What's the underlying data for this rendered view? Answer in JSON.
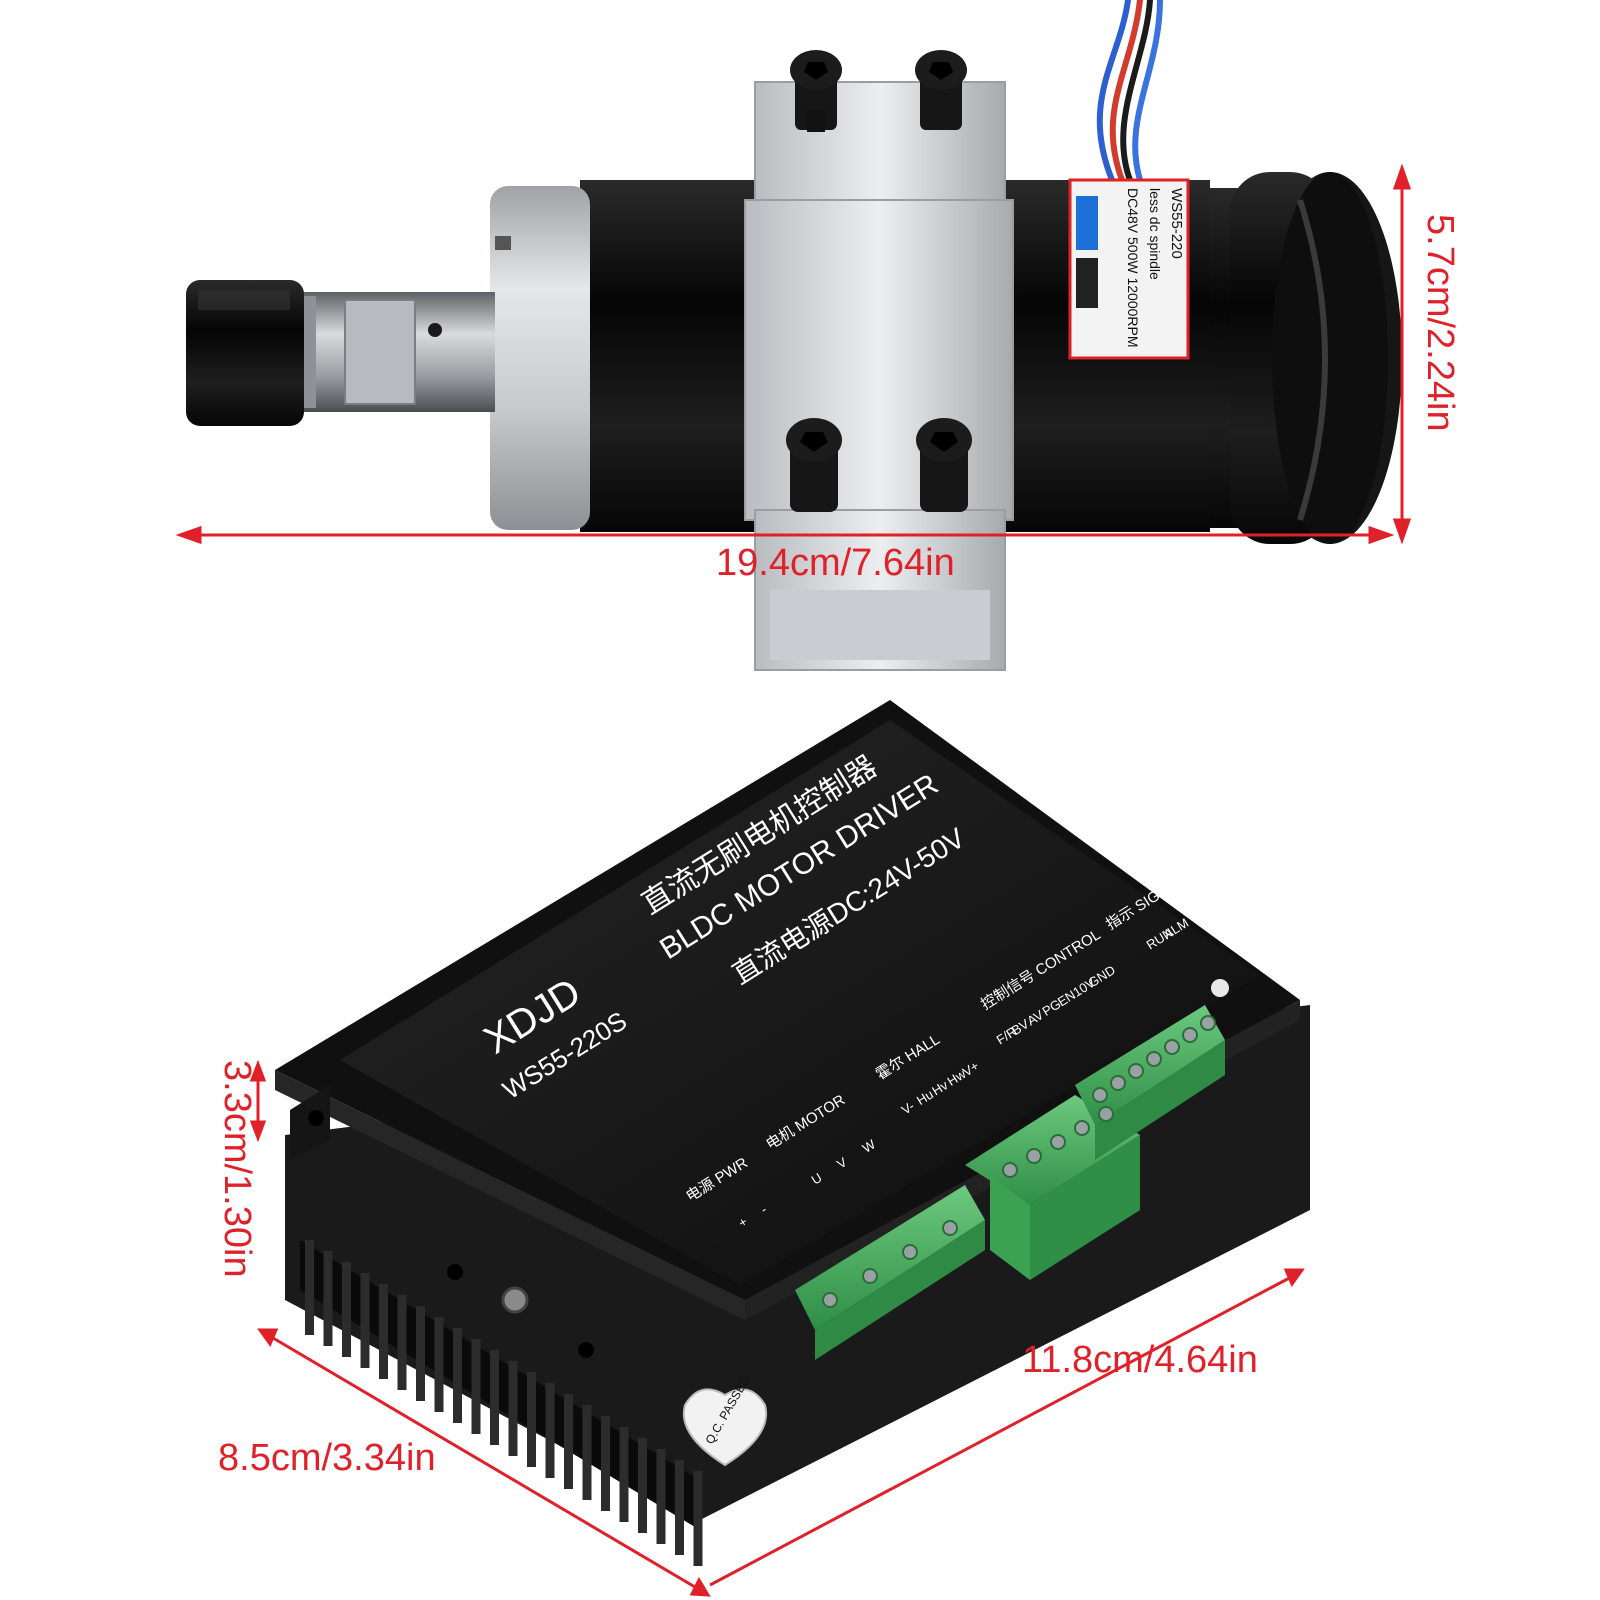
{
  "colors": {
    "dimension": "#e0212a",
    "body_black": "#141414",
    "aluminum": "#c8cacd",
    "terminal_green": "#3fae5a"
  },
  "spindle": {
    "dimensions": {
      "length": "19.4cm/7.64in",
      "diameter": "5.7cm/2.24in"
    },
    "label": {
      "model": "WS55-220",
      "type": "less dc spindle",
      "rating": "DC48V 500W 12000RPM"
    }
  },
  "driver": {
    "dimensions": {
      "length": "11.8cm/4.64in",
      "width": "8.5cm/3.34in",
      "height": "3.3cm/1.30in"
    },
    "brand": "XDJD",
    "model": "WS55-220S",
    "title_cn": "直流无刷电机控制器",
    "title_en": "BLDC MOTOR DRIVER",
    "power_spec": "直流电源DC:24V-50V",
    "sections": {
      "power": "电源 PWR",
      "motor": "电机 MOTOR",
      "hall": "霍尔 HALL",
      "control": "控制信号 CONTROL",
      "signal": "指示 SIGNAL"
    },
    "pins": {
      "power": [
        "+",
        "-"
      ],
      "motor": [
        "U",
        "V",
        "W"
      ],
      "hall": [
        "V-",
        "Hu",
        "Hv",
        "Hw",
        "V+"
      ],
      "control": [
        "F/R",
        "BV",
        "AV",
        "PG",
        "EN",
        "10V",
        "GND"
      ],
      "signal": [
        "RUN",
        "ALM"
      ]
    },
    "qc_sticker": "Q.C. PASSED"
  }
}
